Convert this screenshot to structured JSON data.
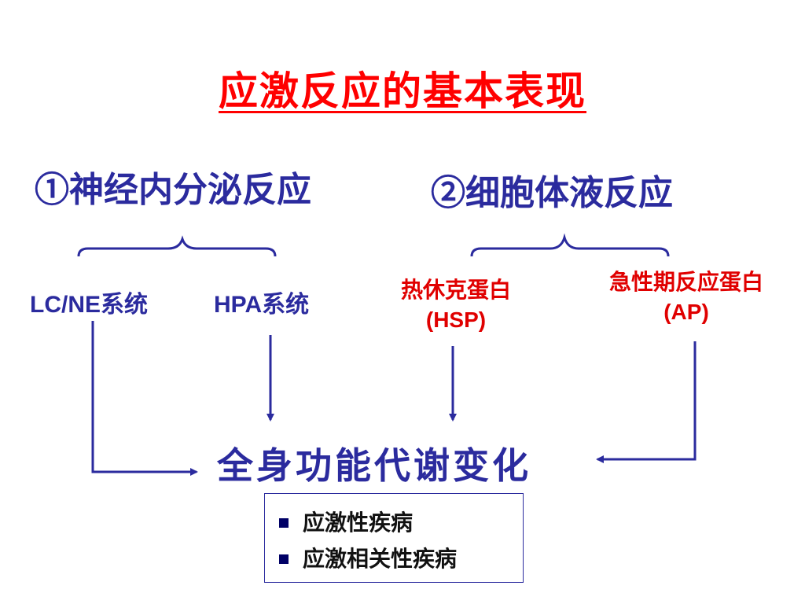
{
  "title": "应激反应的基本表现",
  "branches": [
    {
      "label": "①神经内分泌反应"
    },
    {
      "label": "②细胞体液反应"
    }
  ],
  "systems": [
    {
      "code": "LC/NE",
      "suffix": "系统"
    },
    {
      "code": "HPA",
      "suffix": "系统"
    }
  ],
  "proteins": [
    {
      "name": "热休克蛋白",
      "abbr": "(HSP)"
    },
    {
      "name": "急性期反应蛋白",
      "abbr": "(AP)"
    }
  ],
  "result": "全身功能代谢变化",
  "diseases": [
    "应激性疾病",
    "应激相关性疾病"
  ],
  "colors": {
    "title": "#ff0000",
    "blue": "#2b2b9e",
    "red": "#e00000"
  }
}
